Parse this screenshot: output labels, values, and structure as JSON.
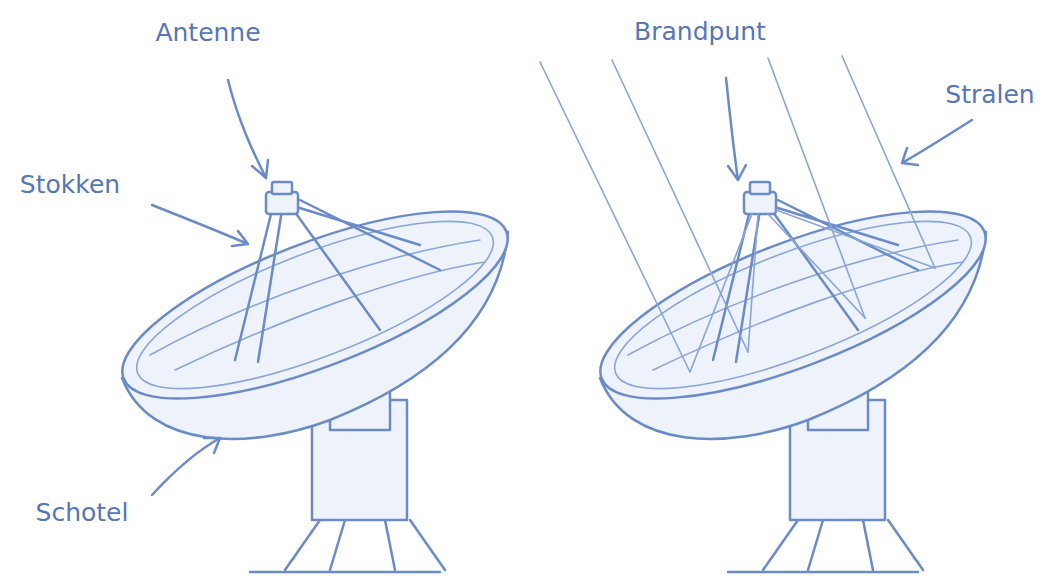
{
  "diagram": {
    "labels": [
      "Antenne",
      "Stokken",
      "Schotel",
      "Brandpunt",
      "Stralen"
    ]
  }
}
